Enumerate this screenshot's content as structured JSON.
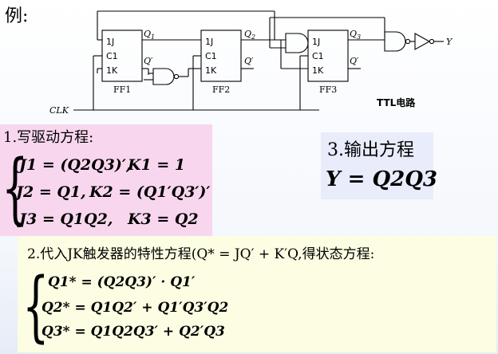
{
  "title": "例:",
  "circuit": {
    "flipflops": [
      {
        "name": "FF1",
        "sub": "1",
        "j": "1J",
        "c": "C1",
        "k": "1K"
      },
      {
        "name": "FF2",
        "sub": "2",
        "j": "1J",
        "c": "C1",
        "k": "1K"
      },
      {
        "name": "FF3",
        "sub": "3",
        "j": "1J",
        "c": "C1",
        "k": "1K"
      }
    ],
    "clk_label": "CLK",
    "output_label": "Y",
    "q_labels": [
      "Q",
      "Q",
      "Q"
    ],
    "ttl_label": "TTL电路"
  },
  "section1": {
    "heading": "1.写驱动方程:",
    "equations": [
      "J1 = (Q2Q3)′,",
      "K1 = 1",
      "J2 = Q1,",
      "K2 = (Q1′Q3′)′",
      "J3 = Q1Q2,",
      "K3 = Q2"
    ]
  },
  "section3": {
    "heading": "3.输出方程",
    "equation": "Y = Q2Q3"
  },
  "section2": {
    "heading": "2.代入JK触发器的特性方程(Q* = JQ′ + K′Q,得状态方程:",
    "equations": [
      "Q1* = (Q2Q3)′ · Q1′",
      "Q2* = Q1Q2′ + Q1′Q3′Q2",
      "Q3* = Q1Q2Q3′ + Q2′Q3"
    ]
  }
}
